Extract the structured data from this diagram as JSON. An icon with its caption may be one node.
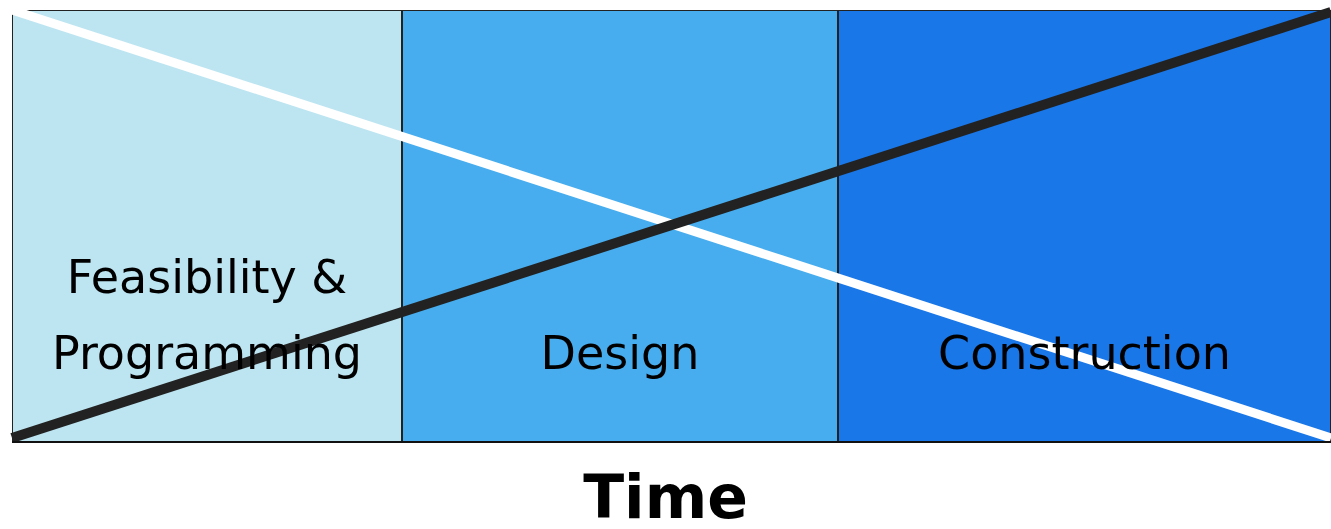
{
  "diagram": {
    "nodes": [
      {
        "text": [
          "Feasibility & Programming"
        ]
      },
      {
        "text": [
          "Design"
        ]
      },
      {
        "text": [
          "Construction"
        ]
      }
    ],
    "labels": [
      "Time"
    ]
  }
}
